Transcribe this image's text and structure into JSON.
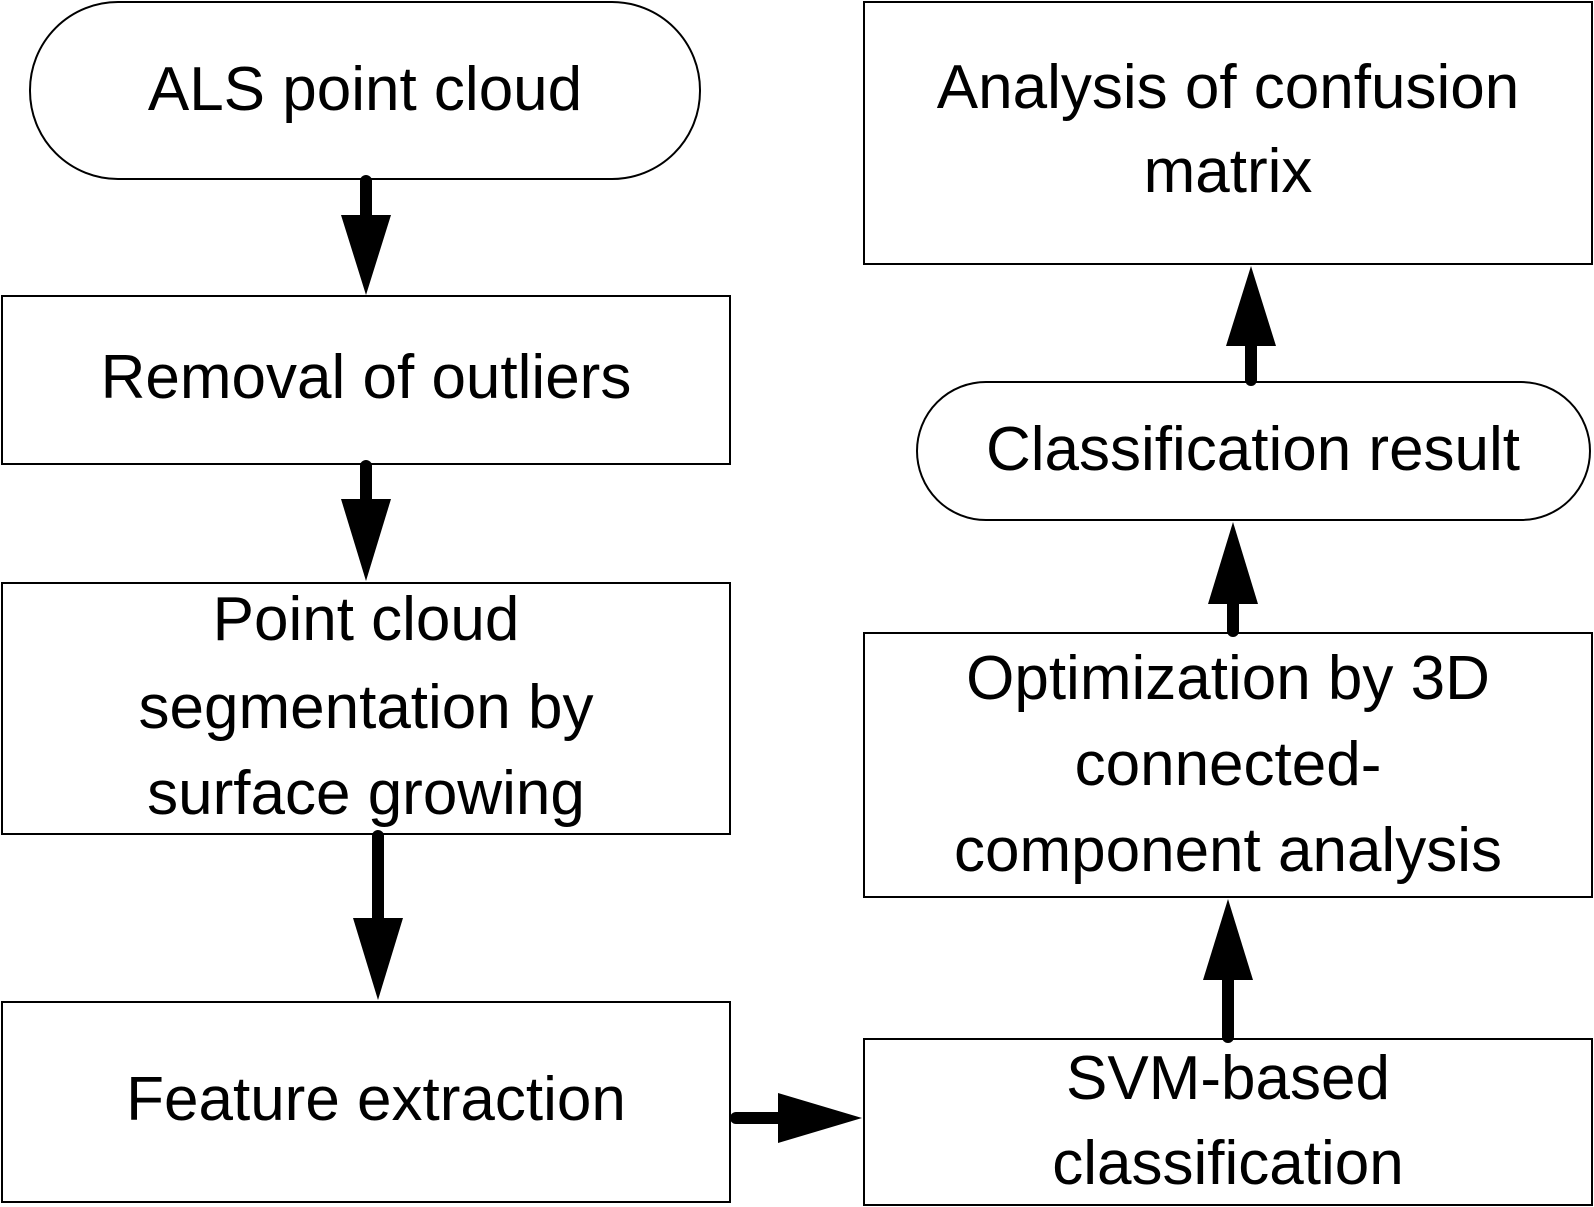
{
  "nodes": {
    "als_point_cloud": {
      "shape": "terminator",
      "lines": [
        "ALS point cloud"
      ]
    },
    "removal_outliers": {
      "shape": "process",
      "lines": [
        "Removal of outliers"
      ]
    },
    "segmentation": {
      "shape": "process",
      "lines": [
        "Point cloud",
        "segmentation by",
        "surface growing"
      ]
    },
    "feature_extraction": {
      "shape": "process",
      "lines": [
        "Feature extraction"
      ]
    },
    "svm_classification": {
      "shape": "process",
      "lines": [
        "SVM-based",
        "classification"
      ]
    },
    "optimization": {
      "shape": "process",
      "lines": [
        "Optimization by 3D",
        "connected-",
        "component analysis"
      ]
    },
    "classification_result": {
      "shape": "terminator",
      "lines": [
        "Classification result"
      ]
    },
    "confusion_matrix": {
      "shape": "process",
      "lines": [
        "Analysis of confusion",
        "matrix"
      ]
    }
  },
  "edges": [
    {
      "from": "als_point_cloud",
      "to": "removal_outliers"
    },
    {
      "from": "removal_outliers",
      "to": "segmentation"
    },
    {
      "from": "segmentation",
      "to": "feature_extraction"
    },
    {
      "from": "feature_extraction",
      "to": "svm_classification"
    },
    {
      "from": "svm_classification",
      "to": "optimization"
    },
    {
      "from": "optimization",
      "to": "classification_result"
    },
    {
      "from": "classification_result",
      "to": "confusion_matrix"
    }
  ],
  "colors": {
    "stroke": "#000000",
    "fill": "#ffffff",
    "text": "#000000"
  }
}
